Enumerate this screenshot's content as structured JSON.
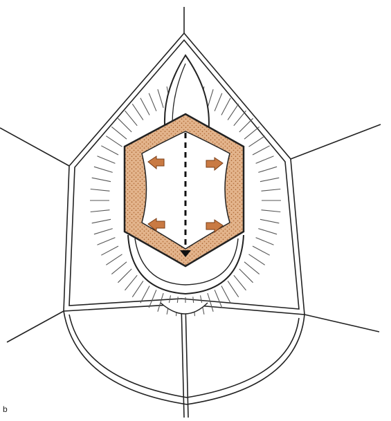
{
  "figure": {
    "panel_label": "b",
    "colors": {
      "line": "#222222",
      "tissue_fill": "#e3b48c",
      "tissue_stipple": "#b8733f",
      "flap_fill": "#ffffff",
      "arrow_fill": "#c97a43",
      "arrow_stroke": "#7a3d16",
      "background": "#ffffff"
    },
    "icons": [
      "retractor-outline",
      "tissue-flap",
      "midline-incision",
      "retraction-arrow"
    ]
  }
}
